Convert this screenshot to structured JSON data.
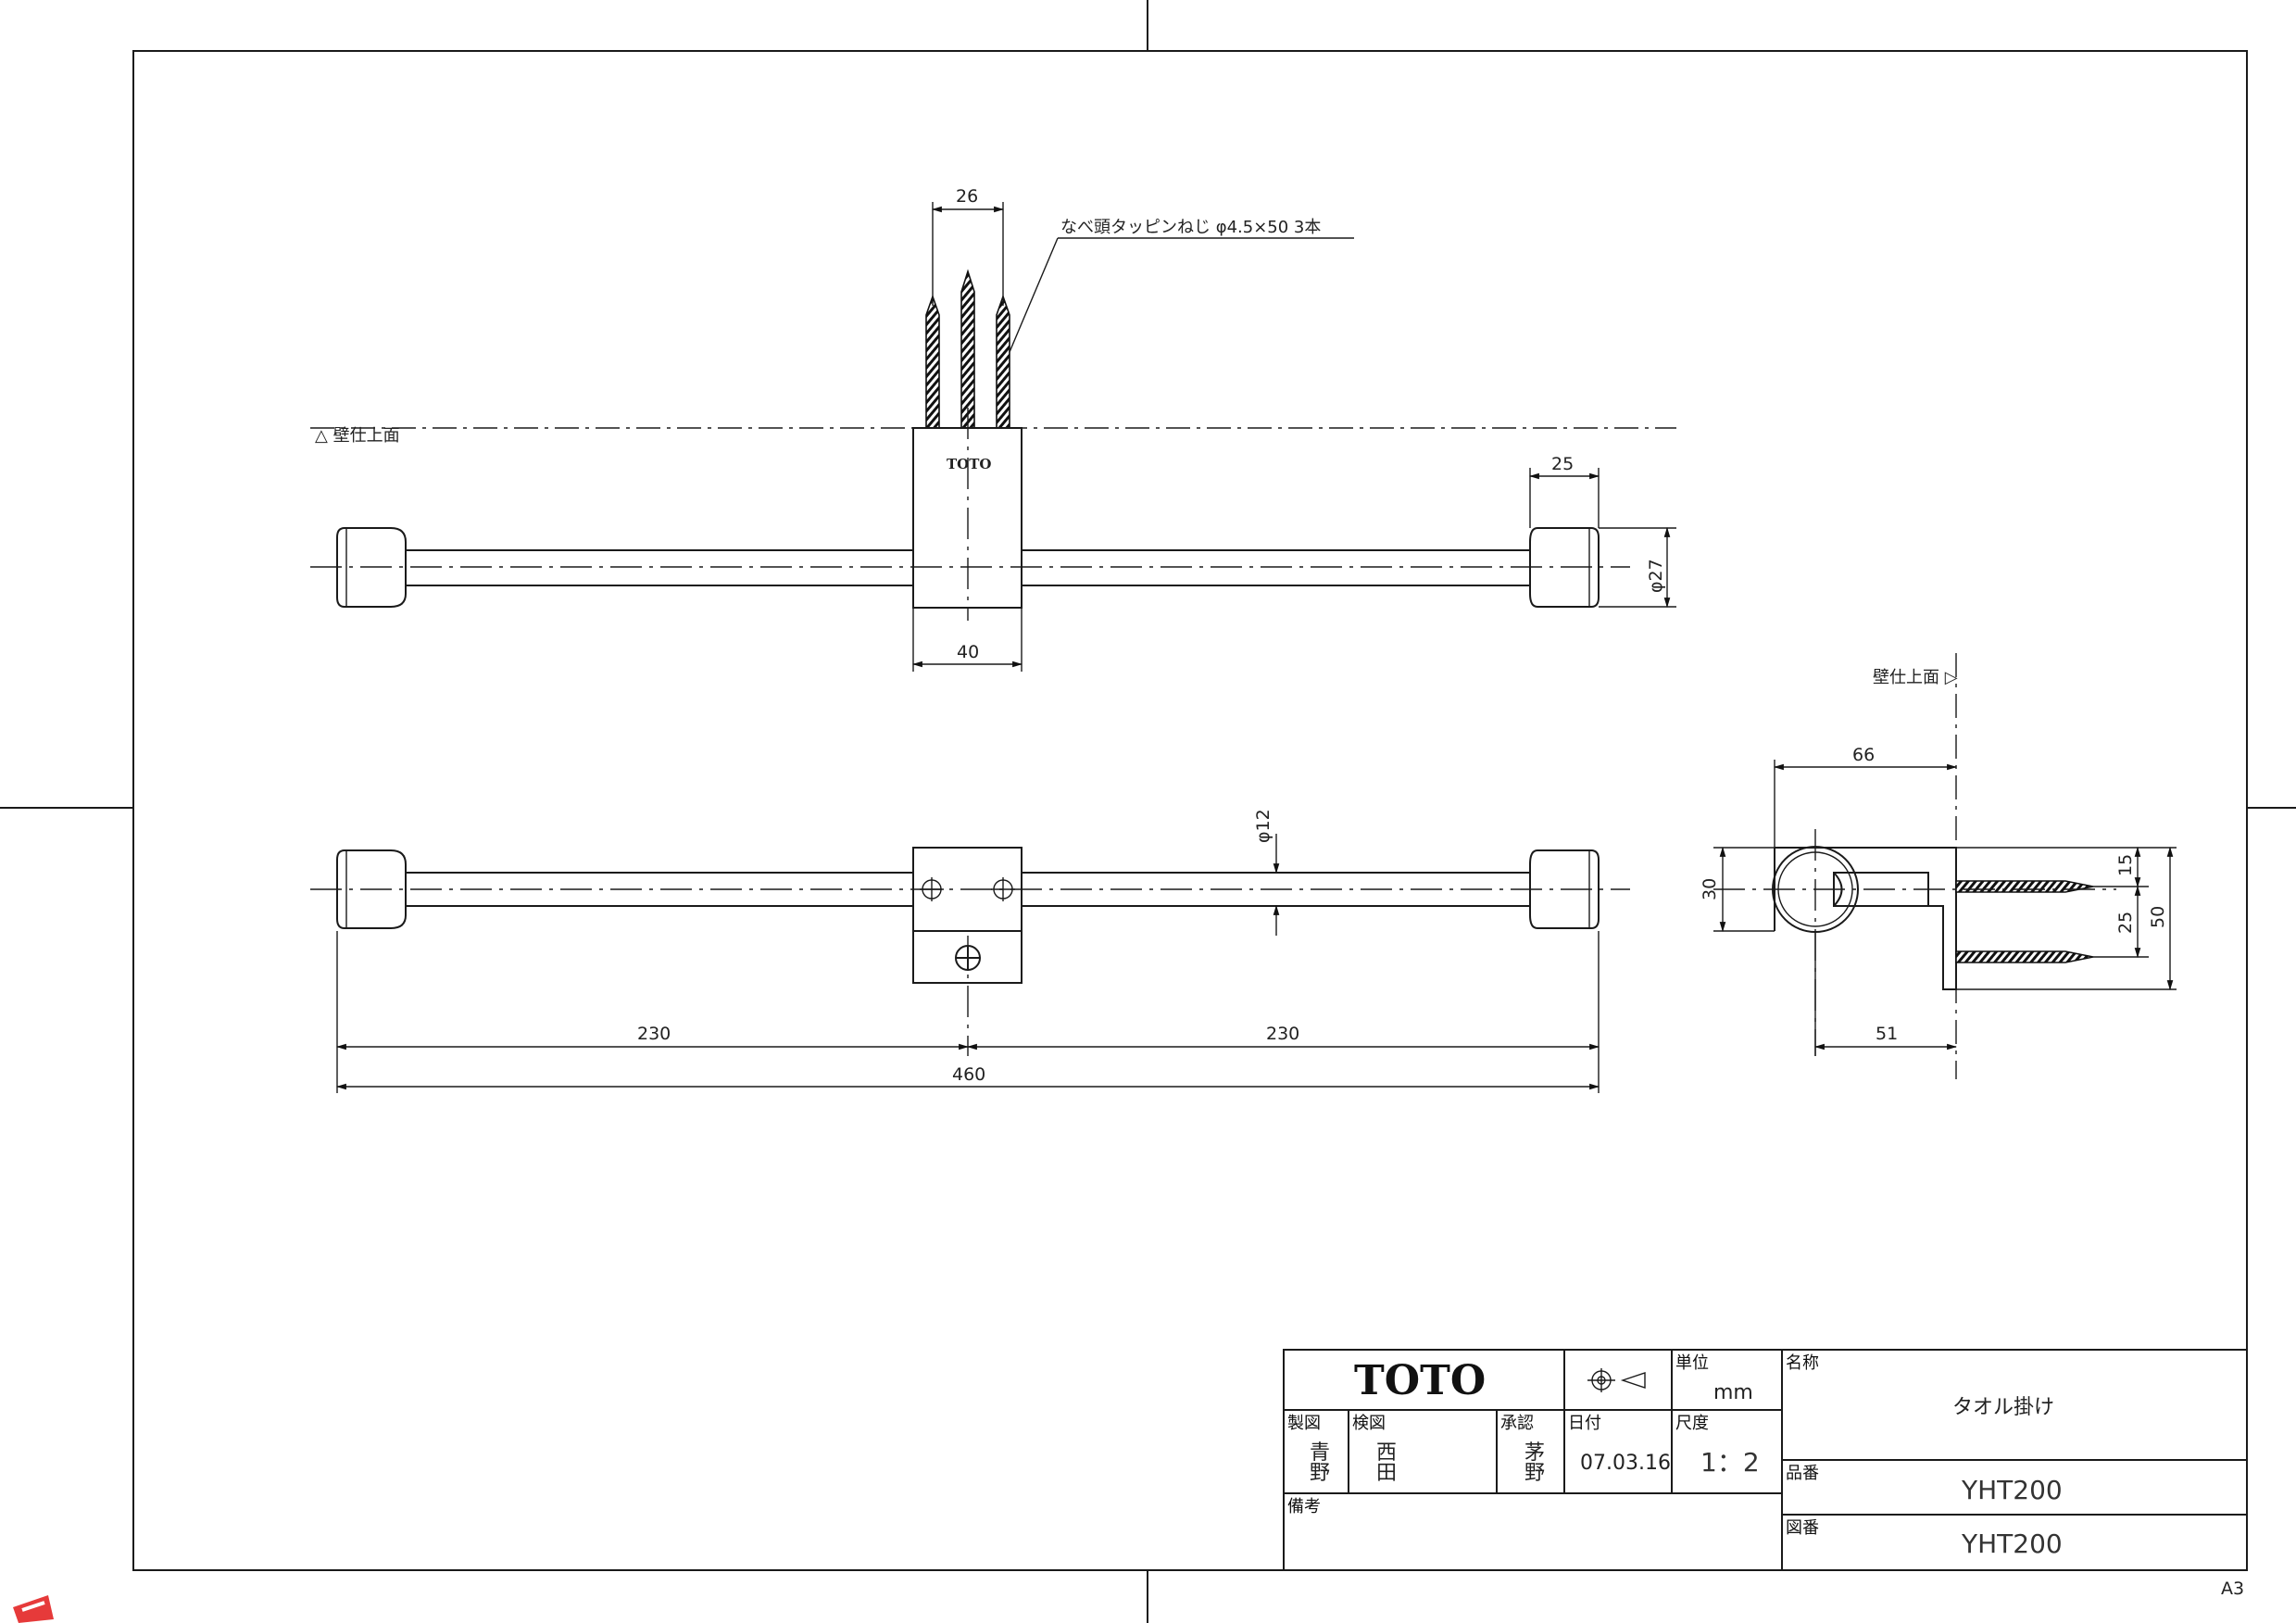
{
  "drawing": {
    "brand": "TOTO",
    "part_logo": "TOTO",
    "screw_note": "なべ頭タッピンねじ φ4.5×50 3本",
    "wall_reference_front": "△ 壁仕上面",
    "wall_reference_side": "壁仕上面 ▷",
    "paper_size": "A3"
  },
  "dimensions": {
    "front": {
      "screw_pitch": "26",
      "knob_length": "25",
      "knob_dia": "φ27",
      "bracket_width": "40"
    },
    "top": {
      "rod_dia": "φ12",
      "half_left": "230",
      "half_right": "230",
      "overall": "460"
    },
    "side": {
      "projection": "66",
      "height": "30",
      "pitch_top": "15",
      "pitch": "25",
      "total": "50",
      "rod_center": "51"
    }
  },
  "title_block": {
    "logo": "TOTO",
    "projection_symbol": "third-angle-projection-icon",
    "unit_label": "単位",
    "unit_value": "mm",
    "name_label": "名称",
    "name_value": "タオル掛け",
    "drafted_label": "製図",
    "drafted_by": "青\n野",
    "checked_label": "検図",
    "checked_by": "西\n田",
    "approved_label": "承認",
    "approved_by": "茅\n野",
    "date_label": "日付",
    "date_value": "07.03.16",
    "scale_label": "尺度",
    "scale_value": "1：2",
    "product_no_label": "品番",
    "product_no": "YHT200",
    "drawing_no_label": "図番",
    "drawing_no": "YHT200",
    "remarks_label": "備考"
  }
}
